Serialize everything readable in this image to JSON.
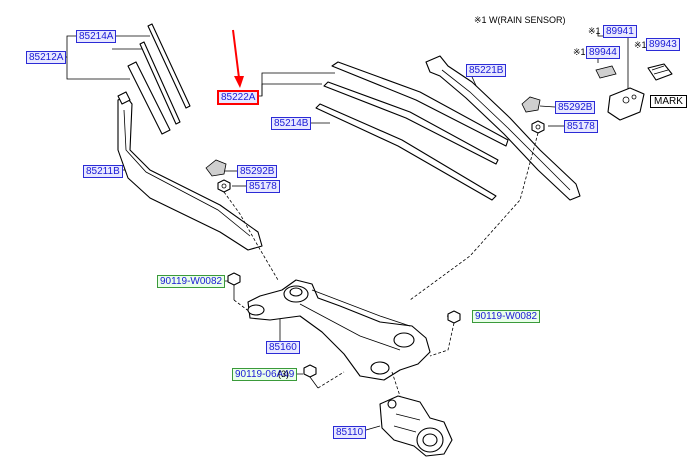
{
  "header": {
    "note": "※1 W(RAIN SENSOR)"
  },
  "labels": {
    "p85214A": "85214A",
    "p85212A": "85212A",
    "p85222A": "85222A",
    "p85214B": "85214B",
    "p85221B": "85221B",
    "p85211B": "85211B",
    "p85292B_left": "85292B",
    "p85178_left": "85178",
    "p85292B_right": "85292B",
    "p85178_right": "85178",
    "p89941": "89941",
    "p89944": "89944",
    "p89943": "89943",
    "ref1": "※1",
    "ref2": "※1",
    "ref3": "※1",
    "mark": "MARK",
    "p90119_W0082_left": "90119-W0082",
    "p90119_W0082_right": "90119-W0082",
    "p90119_06A49": "90119-06A49",
    "qty3": "(3)",
    "p85160": "85160",
    "p85110": "85110"
  },
  "colors": {
    "label_border": "#2b2bd6",
    "label_fill": "#e8e8ff",
    "label_text": "#1a1ad6",
    "green_border": "#3a9a3a",
    "highlight": "#ff0000"
  },
  "icons": {
    "pointer": "red-arrow-icon"
  }
}
